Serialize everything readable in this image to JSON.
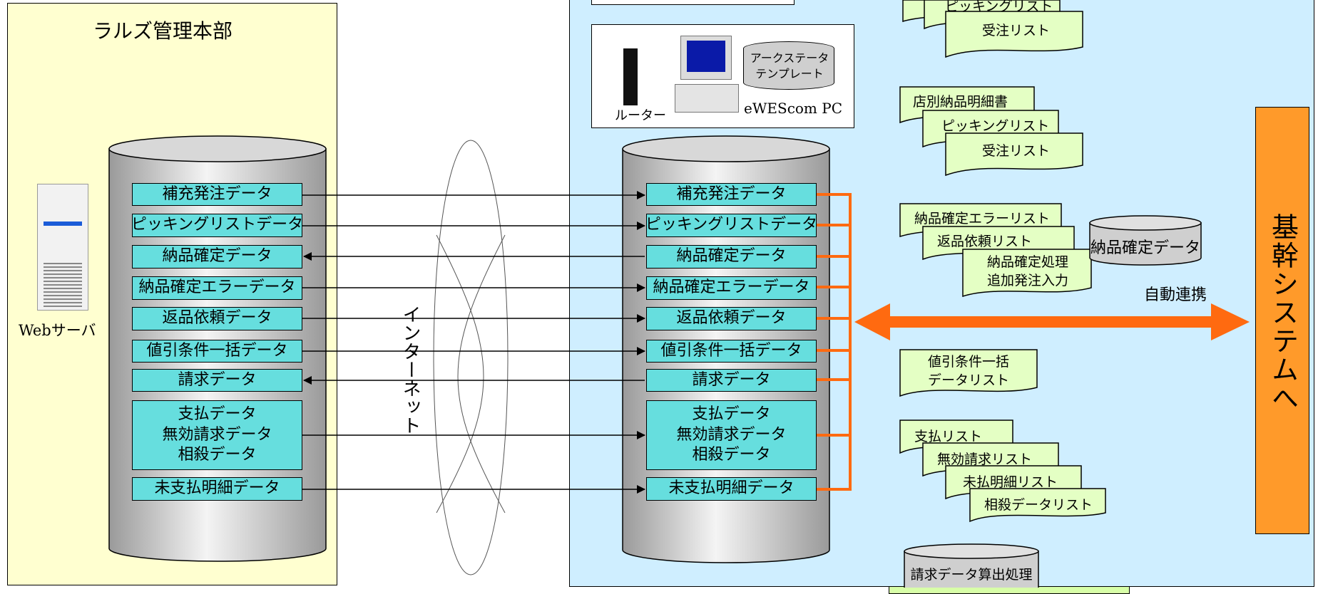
{
  "left": {
    "title": "ラルズ管理本部",
    "server_label": "Webサーバ",
    "items": [
      "補充発注データ",
      "ピッキングリストデータ",
      "納品確定データ",
      "納品確定エラーデータ",
      "返品依頼データ",
      "値引条件一括データ",
      "請求データ",
      "支払データ\n無効請求データ\n相殺データ",
      "未支払明細データ"
    ]
  },
  "internet_label": "インターネット",
  "center": {
    "router_label": "ルーター",
    "pc_label": "eWEScom PC",
    "template_label": "アークステータ\nテンプレート",
    "items": [
      "補充発注データ",
      "ピッキングリストデータ",
      "納品確定データ",
      "納品確定エラーデータ",
      "返品依頼データ",
      "値引条件一括データ",
      "請求データ",
      "支払データ\n無効請求データ\n相殺データ",
      "未支払明細データ"
    ]
  },
  "right": {
    "group1": [
      "ピッキングリスト",
      "受注リスト"
    ],
    "group2": [
      "店別納品明細書",
      "ピッキングリスト",
      "受注リスト"
    ],
    "group3": [
      "納品確定エラーリスト",
      "返品依頼リスト",
      "納品確定処理\n追加発注入力"
    ],
    "group3_cylinder": "納品確定データ",
    "group4": [
      "値引条件一括\nデータリスト"
    ],
    "group5": [
      "支払リスト",
      "無効請求リスト",
      "未払明細リスト",
      "相殺データリスト"
    ],
    "group6": [
      "請求データ算出処理"
    ]
  },
  "auto_link_label": "自動連携",
  "core_system_label": "基幹システムへ",
  "colors": {
    "orange": "#ff6a10",
    "core": "#ff9a2a",
    "cyan": "#66dede",
    "cylinder": "#cfcfcf"
  }
}
